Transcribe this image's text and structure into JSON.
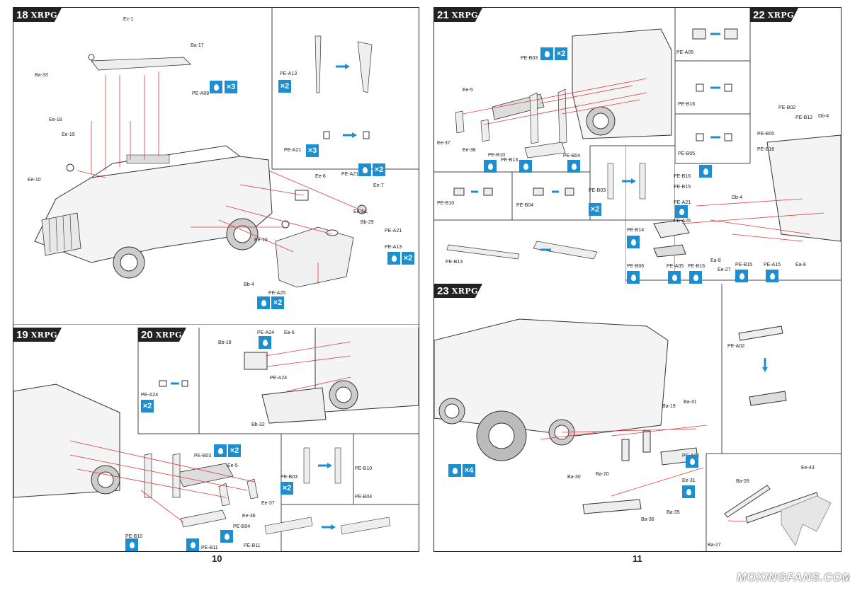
{
  "brand": "XRPG",
  "page_numbers": {
    "left": "10",
    "right": "11"
  },
  "watermark": "MOXINGFANS.COM",
  "steps": {
    "s18": {
      "num": "18",
      "labels": [
        "Ec-1",
        "Ba-17",
        "Ba-33",
        "PE-A08",
        "Ee-18",
        "Ee-19",
        "Ee-10",
        "Ee-6",
        "PE-A21",
        "Ee-7",
        "Ee-24",
        "Bb-29",
        "Ee-10",
        "PE-A21",
        "PE-A13",
        "Bb-4",
        "PE-A25",
        "PE-A13",
        "PE-A21"
      ],
      "counts": [
        "×3",
        "×2",
        "×2",
        "×2",
        "×2",
        "×3"
      ]
    },
    "s19": {
      "num": "19",
      "labels": [
        "PE-B03",
        "Ee-5",
        "Ee-37",
        "Ee-36",
        "PE-B04",
        "PE-B10",
        "PE-B11",
        "PE-B03",
        "PE-B10",
        "PE-B04",
        "PE-B11"
      ],
      "counts": [
        "×2",
        "×2"
      ]
    },
    "s20": {
      "num": "20",
      "labels": [
        "PE-A24",
        "Ea-6",
        "Bb-18",
        "PE-A24",
        "Bb-32",
        "PE-A24"
      ],
      "counts": [
        "×2"
      ]
    },
    "s21": {
      "num": "21",
      "labels": [
        "PE-B03",
        "Ee-5",
        "Ee-37",
        "Ee-36",
        "PE-B10",
        "PE-B13",
        "PE-B04",
        "PE-B03",
        "PE-B10",
        "PE-B04",
        "PE-B13"
      ],
      "counts": [
        "×2",
        "×2"
      ]
    },
    "s22": {
      "num": "22",
      "labels": [
        "PE-A05",
        "PE-B16",
        "PE-B05",
        "PE-B02",
        "PE-B12",
        "Db-4",
        "PE-B05",
        "PE-B16",
        "PE-B16",
        "PE-B15",
        "PE-A21",
        "Db-4",
        "PE-A26",
        "PE-B14",
        "PE-B06",
        "PE-A05",
        "PE-B16",
        "Ea-8",
        "Ee-27",
        "PE-B15",
        "PE-A15",
        "Ea-8"
      ]
    },
    "s23": {
      "num": "23",
      "labels": [
        "PE-A02",
        "Ba-31",
        "Ba-19",
        "PE-A02",
        "Ee-31",
        "Ba-30",
        "Ba-20",
        "Ba-36",
        "Ba-35",
        "Ba-28",
        "Ee-43",
        "Ba-27"
      ],
      "counts": [
        "×4"
      ]
    }
  },
  "colors": {
    "accent": "#1d8fd1",
    "arrow": "#e23b3b",
    "header": "#222222"
  }
}
